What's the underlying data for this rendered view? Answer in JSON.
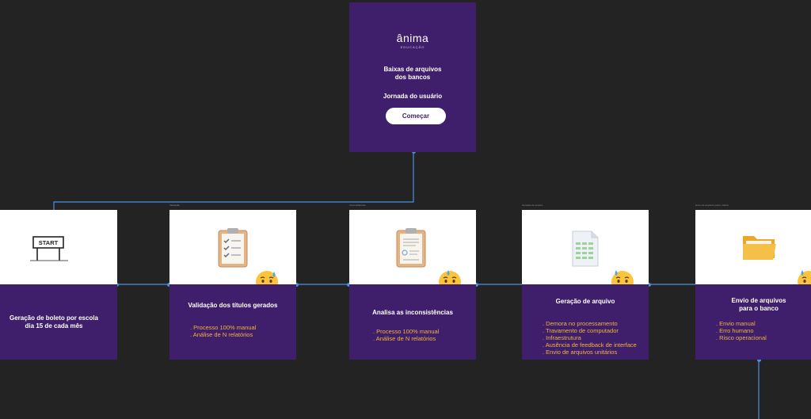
{
  "start": {
    "brand": "ânima",
    "brand_sub": "EDUCAÇÃO",
    "title": "Baixas de arquivos\ndos bancos",
    "subtitle": "Jornada do usuário",
    "button_label": "Começar"
  },
  "steps": [
    {
      "caption": "",
      "sign_text": "START",
      "title": "Geração de boleto por escola\ndia 15 de cada mês",
      "pain_points": []
    },
    {
      "caption": "Validação",
      "title": "Validação dos títulos gerados",
      "pain_points": [
        ". Processo 100% manual",
        ". Análise de N relatórios"
      ]
    },
    {
      "caption": "Inconsistências",
      "title": "Analisa as inconsistências",
      "pain_points": [
        ". Processo 100% manual",
        ". Análise de N relatórios"
      ]
    },
    {
      "caption": "Geração de arquivo",
      "title": "Geração de arquivo",
      "pain_points": [
        ". Demora no processamento",
        ". Travamento de computador",
        ". Infraestrutura",
        ". Ausência de feedback de interface",
        ". Envio de arquivos unitários"
      ]
    },
    {
      "caption": "Envio de arquivos para o banco",
      "title": "Envio de arquivos\npara o banco",
      "pain_points": [
        ". Envio manual",
        ". Erro humano",
        ". Risco operacional"
      ]
    }
  ],
  "colors": {
    "background": "#232323",
    "card_purple": "#3f1f6b",
    "pain_text": "#f0b43a",
    "connector": "#4a90e2"
  }
}
